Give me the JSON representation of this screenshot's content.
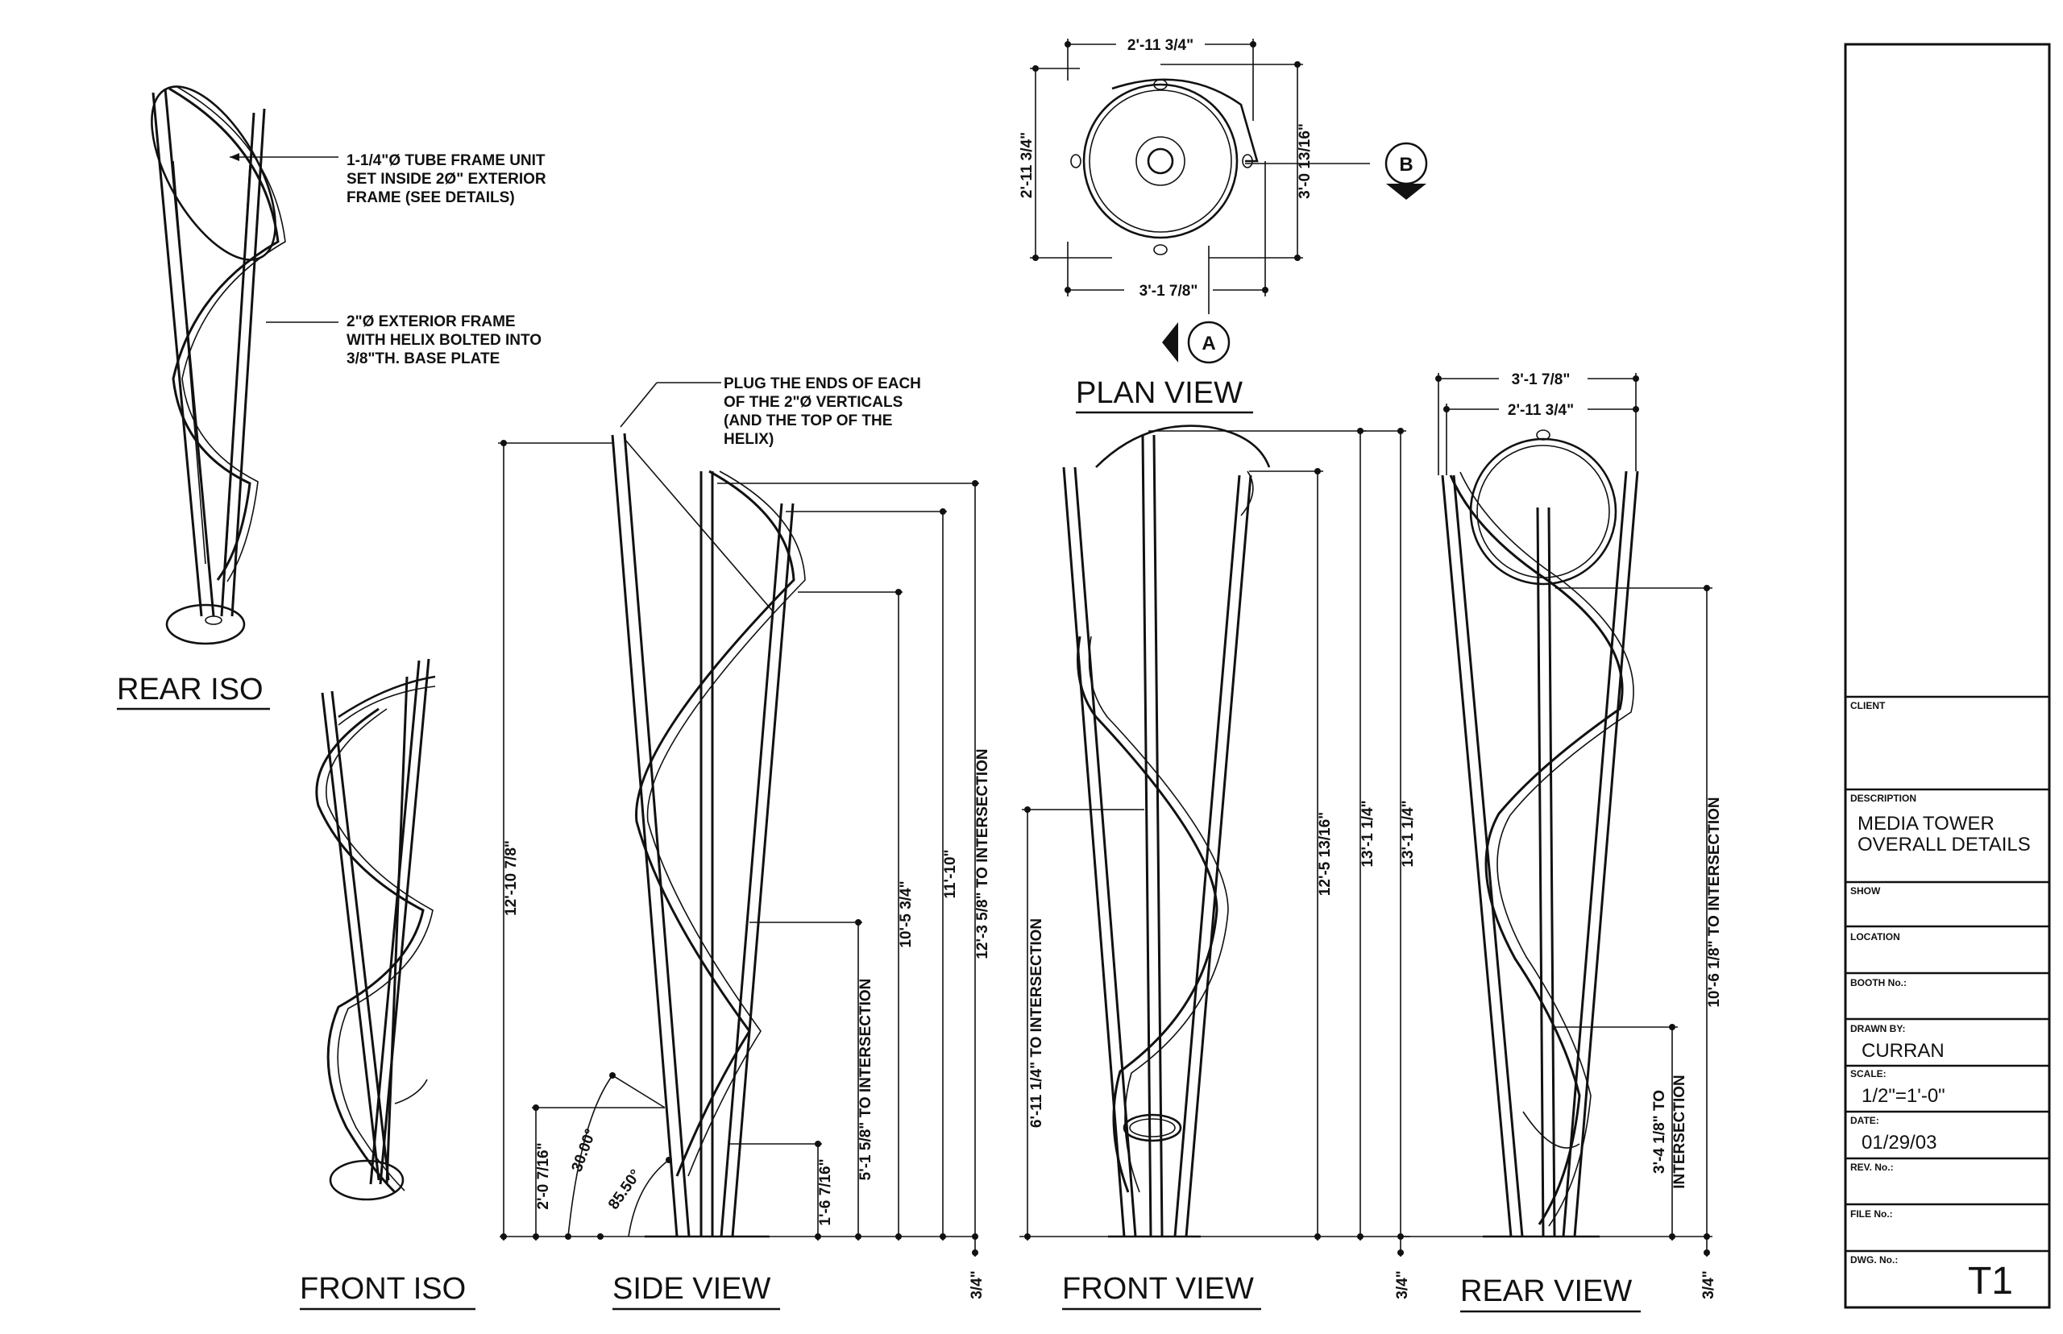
{
  "views": {
    "rear_iso": "REAR ISO",
    "front_iso": "FRONT ISO",
    "side_view": "SIDE VIEW",
    "front_view": "FRONT VIEW",
    "rear_view": "REAR VIEW",
    "plan_view": "PLAN VIEW"
  },
  "notes": {
    "tube_frame": [
      "1-1/4\"Ø TUBE FRAME UNIT",
      "SET INSIDE 2Ø\" EXTERIOR",
      "FRAME (SEE DETAILS)"
    ],
    "exterior_frame": [
      "2\"Ø EXTERIOR FRAME",
      "WITH HELIX BOLTED INTO",
      "3/8\"TH. BASE PLATE"
    ],
    "plug_ends": [
      "PLUG THE ENDS OF EACH",
      "OF THE 2\"Ø VERTICALS",
      "(AND THE TOP OF THE",
      "HELIX)"
    ]
  },
  "plan_dims": {
    "top_width": "2'-11 3/4\"",
    "bottom_width": "3'-1 7/8\"",
    "left_height": "2'-11 3/4\"",
    "right_height": "3'-0 13/16\""
  },
  "section_markers": {
    "a": "A",
    "b": "B"
  },
  "side_dims": {
    "overall": "12'-10 7/8\"",
    "d1": "2'-0 7/16\"",
    "angle1": "30.00°",
    "angle2": "85.50°",
    "d2": "1'-6 7/16\"",
    "d3": "5'-1 5/8\" TO INTERSECTION",
    "d4": "10'-5 3/4\"",
    "d5": "11'-10\"",
    "d6": "12'-3 5/8\" TO INTERSECTION",
    "base": "3/4\""
  },
  "front_dims": {
    "d1": "6'-11 1/4\" TO INTERSECTION",
    "d2": "12'-5 13/16\"",
    "d3": "13'-1 1/4\"",
    "d4": "13'-1 1/4\"",
    "base": "3/4\""
  },
  "rear_dims": {
    "top1": "3'-1 7/8\"",
    "top2": "2'-11 3/4\"",
    "d1": "10'-6 1/8\" TO INTERSECTION",
    "d2a": "3'-4 1/8\" TO",
    "d2b": "INTERSECTION",
    "base": "3/4\""
  },
  "title_block": {
    "client_label": "CLIENT",
    "description_label": "DESCRIPTION",
    "description_line1": "MEDIA TOWER",
    "description_line2": "OVERALL DETAILS",
    "show_label": "SHOW",
    "location_label": "LOCATION",
    "booth_label": "BOOTH No.:",
    "drawn_label": "DRAWN BY:",
    "drawn_value": "CURRAN",
    "scale_label": "SCALE:",
    "scale_value": "1/2\"=1'-0\"",
    "date_label": "DATE:",
    "date_value": "01/29/03",
    "rev_label": "REV. No.:",
    "file_label": "FILE No.:",
    "dwg_label": "DWG. No.:",
    "dwg_value": "T1"
  }
}
